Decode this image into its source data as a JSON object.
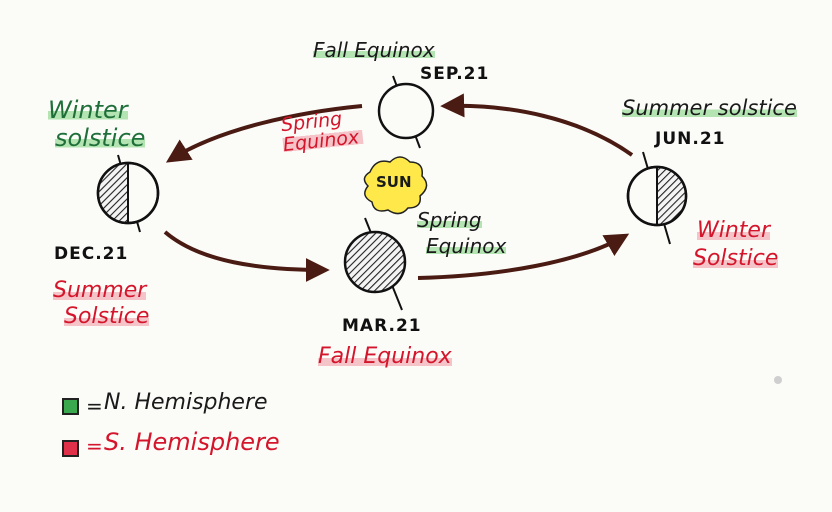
{
  "sun": {
    "label": "SUN",
    "color": "#ffe94a"
  },
  "positions": {
    "top": {
      "date": "SEP.21",
      "north_label": "Fall Equinox",
      "south_label": "Spring Equinox"
    },
    "left": {
      "date": "DEC.21",
      "north_label": [
        "Winter",
        "solstice"
      ],
      "south_label": [
        "Summer",
        "Solstice"
      ]
    },
    "bottom": {
      "date": "MAR.21",
      "north_label": [
        "Spring",
        "Equinox"
      ],
      "south_label": "Fall Equinox"
    },
    "right": {
      "date": "JUN.21",
      "north_label": "Summer solstice",
      "south_label": [
        "Winter",
        "Solstice"
      ]
    }
  },
  "legend": [
    {
      "symbol": "=",
      "text": "N. Hemisphere",
      "box_color": "#3aa84f"
    },
    {
      "symbol": "=",
      "text": "S. Hemisphere",
      "box_color": "#e0304a"
    }
  ],
  "colors": {
    "ink": "#1a1a1a",
    "orbit": "#4a1b12",
    "north": "#1f6f3a",
    "south": "#d4152b"
  }
}
